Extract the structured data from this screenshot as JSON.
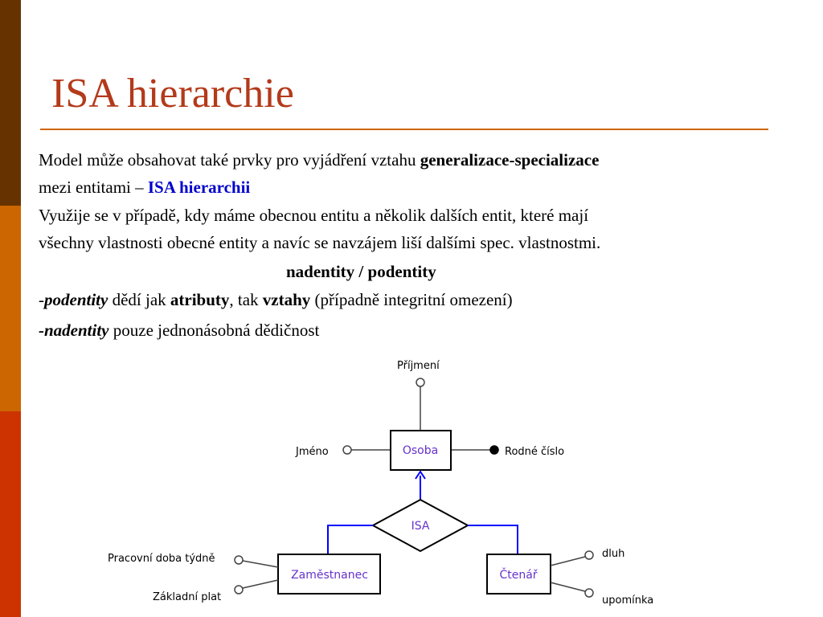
{
  "slide": {
    "title": "ISA hierarchie",
    "line1": {
      "text": "Model může obsahovat také prvky pro vyjádření vztahu ",
      "bold": "generalizace-specializace"
    },
    "line2": {
      "text": "mezi entitami – ",
      "highlight": "ISA hierarchii"
    },
    "line3": "Využije se v případě, kdy máme obecnou entitu a několik dalších entit, které mají",
    "line4": "všechny vlastnosti obecné entity a navíc se navzájem liší dalšími spec. vlastnostmi.",
    "line5": "nadentity / podentity",
    "line6": {
      "dash": "-",
      "term": "podentity",
      "t1": " dědí jak ",
      "b1": "atributy",
      "t2": ", tak ",
      "b2": "vztahy",
      "t3": " (případně integritní omezení)"
    },
    "line7": {
      "term": "-nadentity",
      "t1": " pouze jednonásobná dědičnost"
    }
  },
  "diagram": {
    "entity_parent": "Osoba",
    "isa_label": "ISA",
    "entity_child_left": "Zaměstnanec",
    "entity_child_right": "Čtenář",
    "attr_prijmeni": "Příjmení",
    "attr_jmeno": "Jméno",
    "attr_rodne_cislo": "Rodné číslo",
    "attr_pracovni_doba": "Pracovní doba týdně",
    "attr_zakladni_plat": "Základní plat",
    "attr_dluh": "dluh",
    "attr_upominka": "upomínka"
  },
  "colors": {
    "title": "#b33a1a",
    "highlight": "#0000cc",
    "isa_lines": "#0000ff",
    "entity_text": "#6633cc"
  }
}
